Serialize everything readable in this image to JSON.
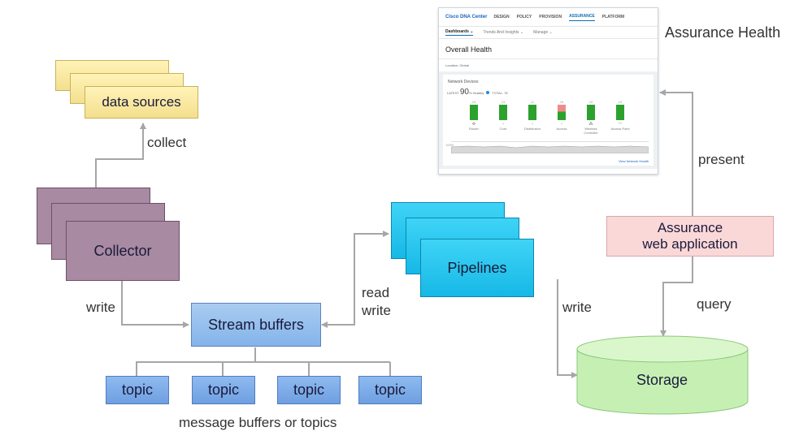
{
  "diagram": {
    "data_sources": "data sources",
    "collect": "collect",
    "collector": "Collector",
    "write_left": "write",
    "stream_buffers": "Stream buffers",
    "topics": [
      "topic",
      "topic",
      "topic",
      "topic"
    ],
    "message_buffers": "message buffers or topics",
    "read": "read",
    "write_mid": "write",
    "pipelines": "Pipelines",
    "write_right": "write",
    "storage": "Storage",
    "web_app_line1": "Assurance",
    "web_app_line2": "web application",
    "query": "query",
    "present": "present",
    "assurance_health": "Assurance Health"
  },
  "dashboard": {
    "brand": "Cisco DNA Center",
    "nav": [
      "DESIGN",
      "POLICY",
      "PROVISION",
      "ASSURANCE",
      "PLATFORM"
    ],
    "active_nav": "ASSURANCE",
    "subnav": [
      "Dashboards ⌄",
      "Trends And Insights ⌄",
      "Manage ⌄"
    ],
    "title": "Overall Health",
    "location": "Location: Global",
    "card_title": "Network Devices",
    "kpi_prefix": "LATEST",
    "kpi_value": "90",
    "kpi_suffix": "% Healthy",
    "kpi_total": "TOTAL: 78",
    "categories": [
      {
        "count": "10",
        "name": "Router",
        "icon": "router-icon",
        "healthy_fraction": 1.0
      },
      {
        "count": "13",
        "name": "Core",
        "icon": "switch-icon",
        "healthy_fraction": 1.0
      },
      {
        "count": "11",
        "name": "Distribution",
        "icon": "switch-icon",
        "healthy_fraction": 1.0
      },
      {
        "count": "16",
        "name": "Access",
        "icon": "switch-icon",
        "healthy_fraction": 0.55
      },
      {
        "count": "15",
        "name": "Wireless Controller",
        "icon": "wlc-icon",
        "healthy_fraction": 1.0
      },
      {
        "count": "13",
        "name": "Access Point",
        "icon": "ap-icon",
        "healthy_fraction": 1.0
      }
    ],
    "trend_label": "100%",
    "view_link": "View Network Health"
  },
  "colors": {
    "arrow": "#a6a6a6",
    "storage_fill": "#c6f0b3",
    "storage_top": "#daf7cc",
    "storage_stroke": "#8dc77a"
  }
}
